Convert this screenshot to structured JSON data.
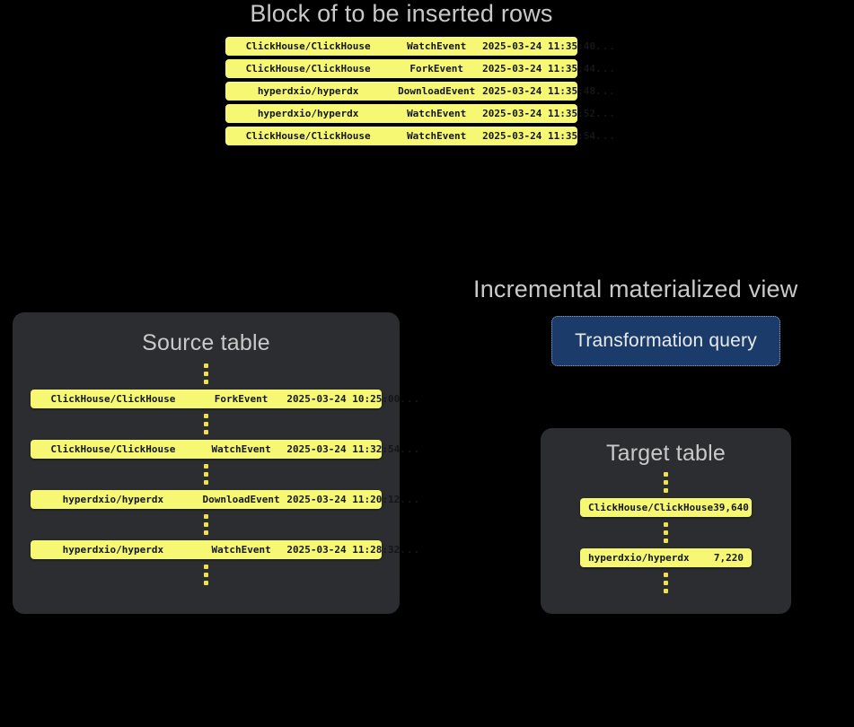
{
  "top_block": {
    "title": "Block of to be inserted rows",
    "rows": [
      {
        "repo": "ClickHouse/ClickHouse",
        "event": "WatchEvent",
        "time": "2025-03-24 11:35:40",
        "ellipsis": "..."
      },
      {
        "repo": "ClickHouse/ClickHouse",
        "event": "ForkEvent",
        "time": "2025-03-24 11:35:44",
        "ellipsis": "..."
      },
      {
        "repo": "hyperdxio/hyperdx",
        "event": "DownloadEvent",
        "time": "2025-03-24 11:35:48",
        "ellipsis": "..."
      },
      {
        "repo": "hyperdxio/hyperdx",
        "event": "WatchEvent",
        "time": "2025-03-24 11:35:52",
        "ellipsis": "..."
      },
      {
        "repo": "ClickHouse/ClickHouse",
        "event": "WatchEvent",
        "time": "2025-03-24 11:35:54",
        "ellipsis": "..."
      }
    ]
  },
  "source_table": {
    "title": "Source table",
    "rows": [
      {
        "repo": "ClickHouse/ClickHouse",
        "event": "ForkEvent",
        "time": "2025-03-24 10:25:00",
        "ellipsis": "..."
      },
      {
        "repo": "ClickHouse/ClickHouse",
        "event": "WatchEvent",
        "time": "2025-03-24 11:32:54",
        "ellipsis": "..."
      },
      {
        "repo": "hyperdxio/hyperdx",
        "event": "DownloadEvent",
        "time": "2025-03-24 11:20:12",
        "ellipsis": "..."
      },
      {
        "repo": "hyperdxio/hyperdx",
        "event": "WatchEvent",
        "time": "2025-03-24 11:28:32",
        "ellipsis": "..."
      }
    ]
  },
  "materialized_view": {
    "heading": "Incremental materialized view",
    "query_label": "Transformation query"
  },
  "target_table": {
    "title": "Target table",
    "rows": [
      {
        "repo": "ClickHouse/ClickHouse",
        "count": "39,640"
      },
      {
        "repo": "hyperdxio/hyperdx",
        "count": "7,220"
      }
    ]
  },
  "colors": {
    "background": "#000000",
    "panel": "#2b2d31",
    "row_yellow": "#f6f873",
    "row_text": "#15161a",
    "heading_text": "#c9c9c9",
    "query_box_fill": "#1b3c6b",
    "query_box_border": "#9aa4ad",
    "dot_yellow": "#f0e14a"
  }
}
